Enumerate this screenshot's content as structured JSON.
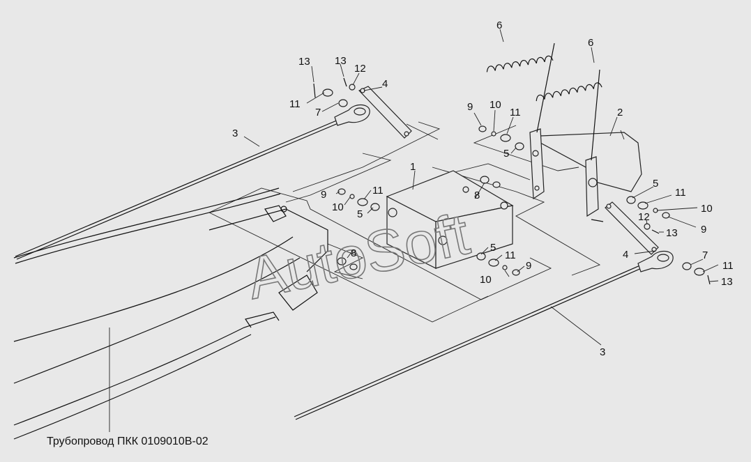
{
  "watermark": "AutoSoft",
  "caption": "Трубопровод ПКК 0109010В-02",
  "labels": {
    "p1": "1",
    "p2": "2",
    "p3a": "3",
    "p3b": "3",
    "p4a": "4",
    "p4b": "4",
    "p5a": "5",
    "p5b": "5",
    "p5c": "5",
    "p5d": "5",
    "p6a": "6",
    "p6b": "6",
    "p7a": "7",
    "p7b": "7",
    "p8a": "8",
    "p8b": "8",
    "p9a": "9",
    "p9b": "9",
    "p9c": "9",
    "p9d": "9",
    "p10a": "10",
    "p10b": "10",
    "p10c": "10",
    "p10d": "10",
    "p11a": "11",
    "p11b": "11",
    "p11c": "11",
    "p11d": "11",
    "p11e": "11",
    "p11f": "11",
    "p12a": "12",
    "p12b": "12",
    "p13a": "13",
    "p13b": "13",
    "p13c": "13",
    "p13d": "13"
  }
}
